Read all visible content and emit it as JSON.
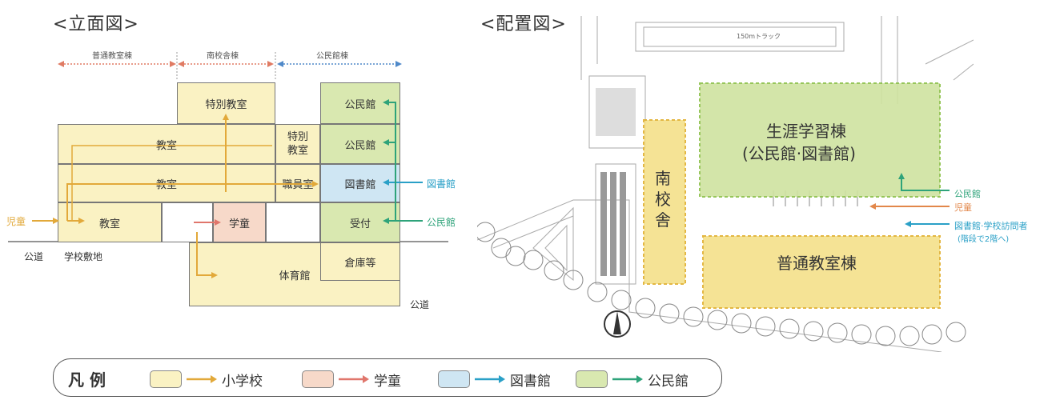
{
  "elevation": {
    "title": "<立面図>",
    "zones": [
      "普通教室棟",
      "南校舎棟",
      "公民館棟"
    ],
    "rooms": {
      "tokubetsu_kyoshitsu": "特別教室",
      "kyoshitsu_top": "教室",
      "tokubetsu_kyoshitsu_2": "特別\n教室",
      "kyoshitsu_mid": "教室",
      "shokuinshitsu": "職員室",
      "kyoshitsu_bottom": "教室",
      "gakudo": "学童",
      "taiikukan": "体育館",
      "kominkan_1": "公民館",
      "kominkan_2": "公民館",
      "toshokan": "図書館",
      "uketsuke": "受付",
      "sokoto": "倉庫等"
    },
    "labels": {
      "jido": "児童",
      "kodo_left": "公道",
      "gakkou_shikichi": "学校敷地",
      "kodo_bottom": "公道",
      "toshokan_entry": "図書館",
      "kominkan_entry": "公民館"
    }
  },
  "site_plan": {
    "title": "<配置図>",
    "track": "150mトラック",
    "lifelong": "生涯学習棟\n(公民館·図書館)",
    "south": "南\n校\n舎",
    "classroom": "普通教室棟",
    "entries": {
      "kominkan": "公民館",
      "jido": "児童",
      "visitors": "図書館·学校訪問者",
      "visitors_note": "(階段で2階へ)"
    }
  },
  "legend": {
    "title": "凡 例",
    "items": [
      {
        "label": "小学校",
        "color": "#faf2c3",
        "arrow": "#e2a93a"
      },
      {
        "label": "学童",
        "color": "#f7d9c9",
        "arrow": "#e0766c"
      },
      {
        "label": "図書館",
        "color": "#cfe6f3",
        "arrow": "#2aa0c7"
      },
      {
        "label": "公民館",
        "color": "#d9e8b0",
        "arrow": "#2ea37a"
      }
    ]
  },
  "colors": {
    "school": "#e2a93a",
    "gakudo": "#e0766c",
    "library": "#2aa0c7",
    "community": "#2ea37a"
  }
}
